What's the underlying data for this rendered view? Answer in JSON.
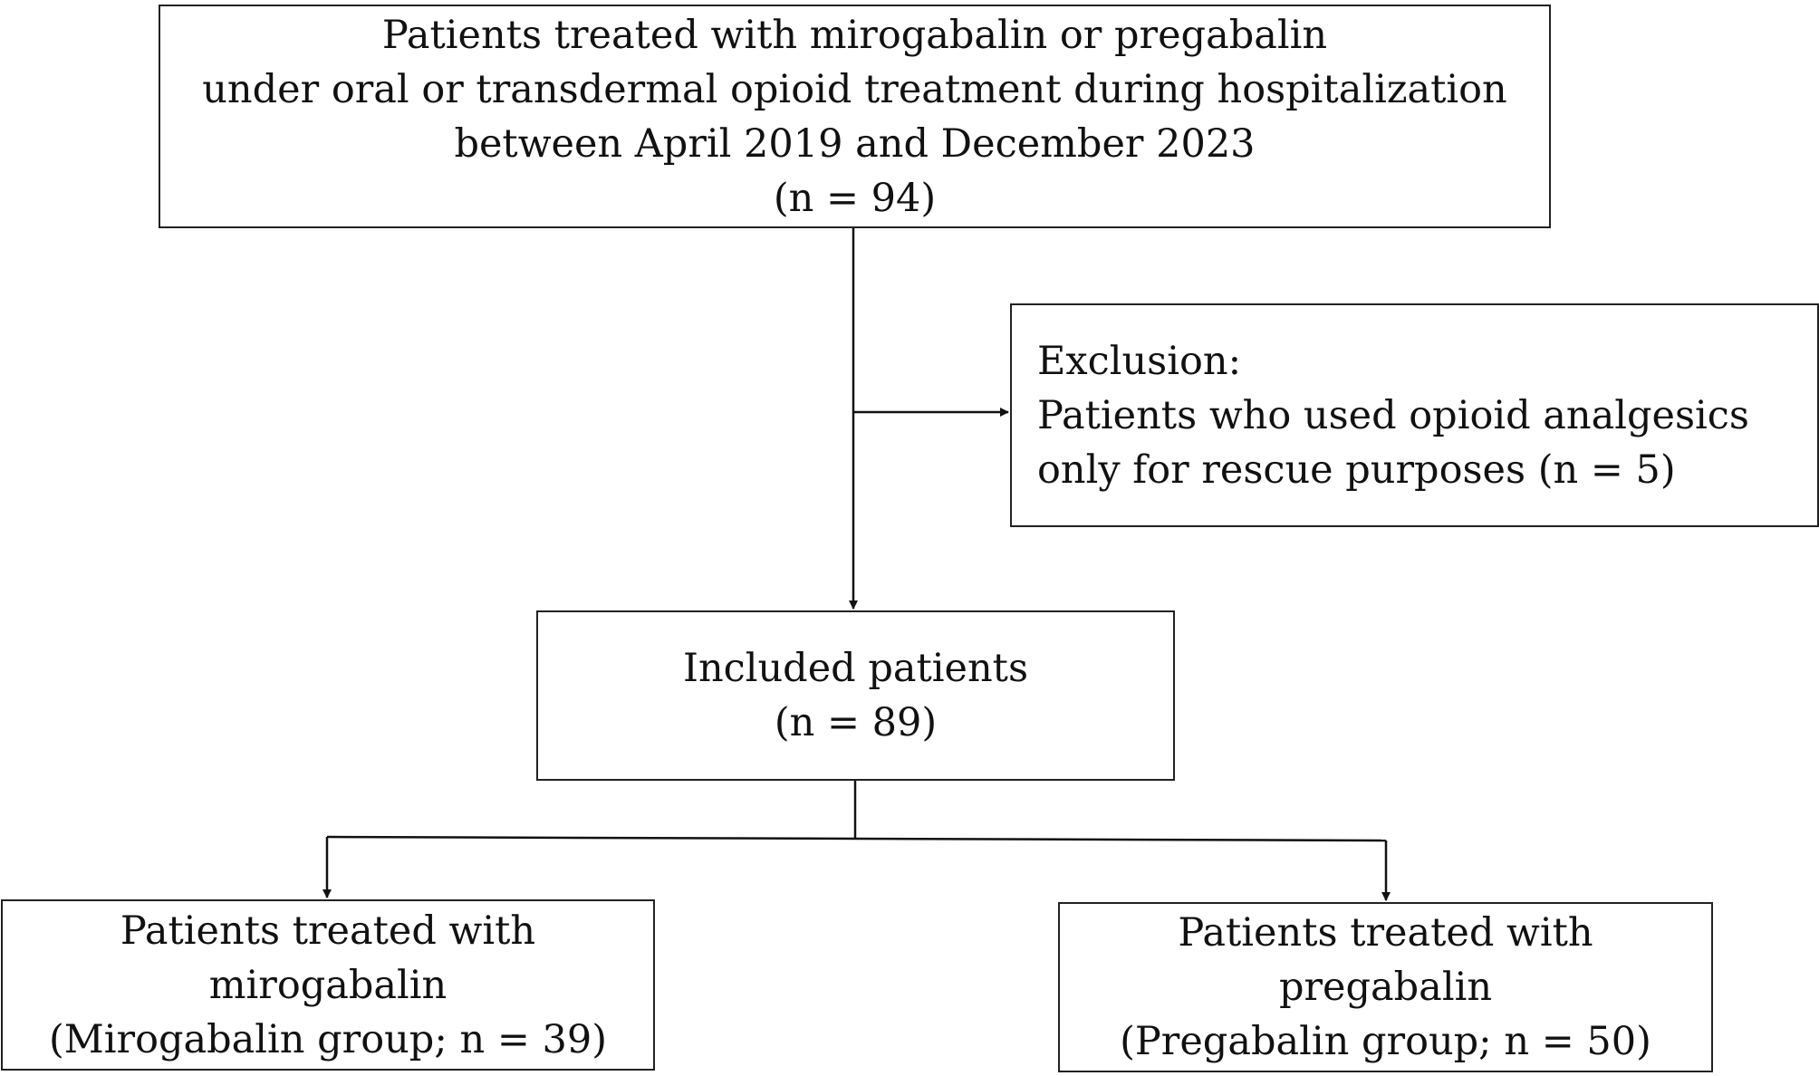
{
  "flowchart": {
    "source": {
      "lines": [
        "Patients treated with mirogabalin or pregabalin",
        "under oral or transdermal opioid treatment during hospitalization",
        "between April 2019 and December 2023",
        "(n = 94)"
      ]
    },
    "exclusion": {
      "lines": [
        "Exclusion:",
        "Patients who used opioid analgesics",
        "only for rescue purposes (n = 5)"
      ]
    },
    "included": {
      "lines": [
        "Included patients",
        "(n = 89)"
      ]
    },
    "mirogabalin": {
      "lines": [
        "Patients treated with",
        "mirogabalin",
        "(Mirogabalin group; n = 39)"
      ]
    },
    "pregabalin": {
      "lines": [
        "Patients treated with",
        "pregabalin",
        "(Pregabalin group; n = 50)"
      ]
    }
  }
}
